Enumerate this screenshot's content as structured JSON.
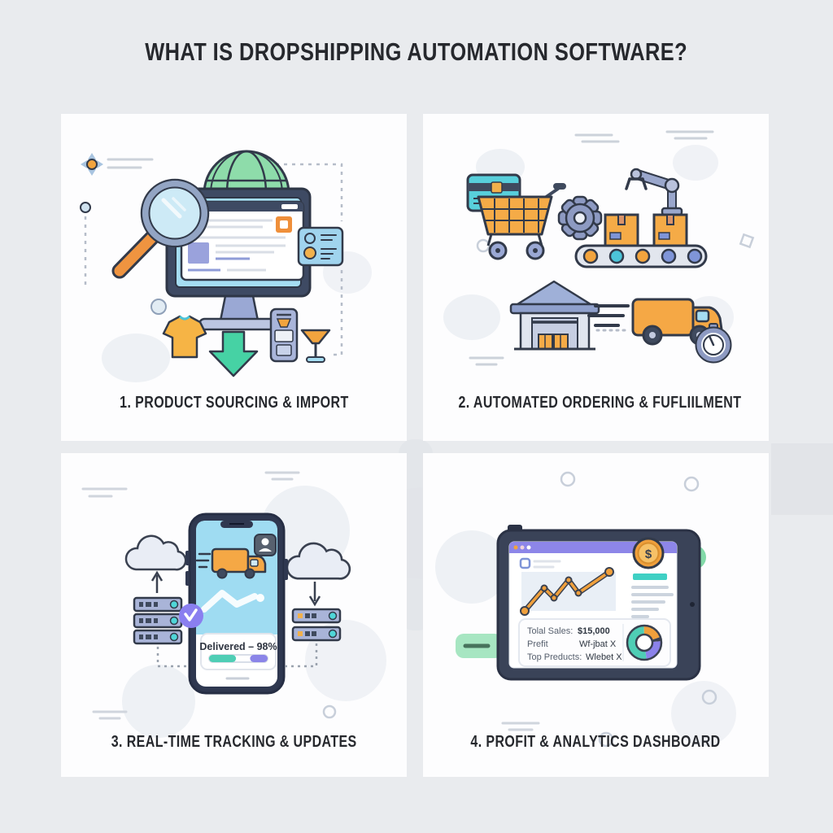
{
  "title": "WHAT IS DROPSHIPPING AUTOMATION SOFTWARE?",
  "palette": {
    "background": "#e9ebee",
    "panel": "#fdfdfe",
    "text": "#26282d",
    "outline": "#323a4a",
    "orange": "#f2a43e",
    "teal_arrow": "#46d2a4",
    "sky_blue": "#a5ddf2",
    "periwinkle": "#9aa8d4",
    "purple": "#8b82ea",
    "card_teal": "#58cfdb",
    "green_accent": "#82d9a8"
  },
  "panels": {
    "sourcing": {
      "caption": "1. PRODUCT SOURCING & IMPORT"
    },
    "ordering": {
      "caption": "2. AUTOMATED ORDERING & FUFLIILMENT"
    },
    "tracking": {
      "caption": "3. REAL-TIME TRACKING & UPDATES",
      "status_label": "Delivered – 98%",
      "progress": {
        "teal_pct": 46,
        "purple_pct": 30,
        "teal_color": "#4fceb5",
        "purple_color": "#8b85e8"
      }
    },
    "analytics": {
      "caption": "4. PROFIT & ANALYTICS DASHBOARD",
      "coin_symbol": "$",
      "stats": [
        {
          "label": "Tolal Sales:",
          "value": "$15,000"
        },
        {
          "label": "Prefit",
          "value": "Wf-jbat X"
        },
        {
          "label": "Top Preducts:",
          "value": "Wlebet X"
        }
      ],
      "chart_data": [
        {
          "type": "line",
          "name": "sales-trend",
          "points": [
            [
              2,
              50
            ],
            [
              26,
              22
            ],
            [
              38,
              34
            ],
            [
              56,
              12
            ],
            [
              68,
              28
            ],
            [
              106,
              2
            ]
          ],
          "line_color": "#f0a03c",
          "area_color": "#e9eff6"
        },
        {
          "type": "pie",
          "name": "product-mix-donut",
          "segments": [
            {
              "name": "orange",
              "value": 20,
              "color": "#f0a03c"
            },
            {
              "name": "navy-sliver",
              "value": 4,
              "color": "#3a4150"
            },
            {
              "name": "purple",
              "value": 24,
              "color": "#8b82ea"
            },
            {
              "name": "teal",
              "value": 52,
              "color": "#4fceb5"
            }
          ]
        }
      ]
    }
  }
}
